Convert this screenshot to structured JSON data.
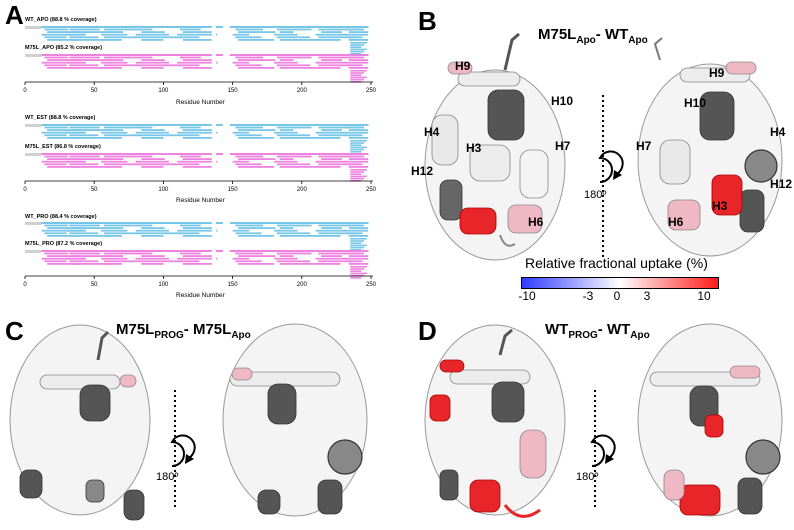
{
  "panels": {
    "a": "A",
    "b": "B",
    "c": "C",
    "d": "D"
  },
  "coverage": {
    "tracks": [
      {
        "label": "WT_APO (88.8 % coverage)",
        "color": "#76c6e8"
      },
      {
        "label": "M75L_APO (85.2 % coverage)",
        "color": "#ee82e0"
      },
      {
        "label": "WT_EST (88.8 % coverage)",
        "color": "#76c6e8"
      },
      {
        "label": "M75L_EST (86.8 % coverage)",
        "color": "#ee82e0"
      },
      {
        "label": "WT_PRO (88.4 % coverage)",
        "color": "#76c6e8"
      },
      {
        "label": "M75L_PRO (87.2 % coverage)",
        "color": "#ee82e0"
      }
    ],
    "axis_label": "Residue Number",
    "ticks": [
      "0",
      "50",
      "100",
      "150",
      "200",
      "250"
    ],
    "gap_color": "#d0d0d0"
  },
  "panel_b": {
    "title_main1": "M75L",
    "title_sub1": "Apo",
    "title_sep": "- WT",
    "title_sub2": "Apo",
    "helix_left": {
      "h9": "H9",
      "h10": "H10",
      "h4": "H4",
      "h3": "H3",
      "h7": "H7",
      "h12": "H12",
      "h6": "H6"
    },
    "helix_right": {
      "h9": "H9",
      "h10": "H10",
      "h4": "H4",
      "h7": "H7",
      "h12": "H12",
      "h6": "H6",
      "h3": "H3"
    },
    "rotation": "180º"
  },
  "colorbar": {
    "title": "Relative fractional uptake (%)",
    "ticks": [
      "-10",
      "-3",
      "0",
      "3",
      "10"
    ],
    "colors": [
      "#2f3cff",
      "#ffffff",
      "#ff1a1a"
    ]
  },
  "panel_c": {
    "title_main1": "M75L",
    "title_sub1": "PROG",
    "title_sep": "- M75L",
    "title_sub2": "Apo",
    "rotation": "180º"
  },
  "panel_d": {
    "title_main1": "WT",
    "title_sub1": "PROG",
    "title_sep": "- WT",
    "title_sub2": "Apo",
    "rotation": "180º"
  },
  "protein_colors": {
    "white": "#f2f2f2",
    "dark": "#555555",
    "pink": "#f0b8c4",
    "red": "#e8262a"
  }
}
